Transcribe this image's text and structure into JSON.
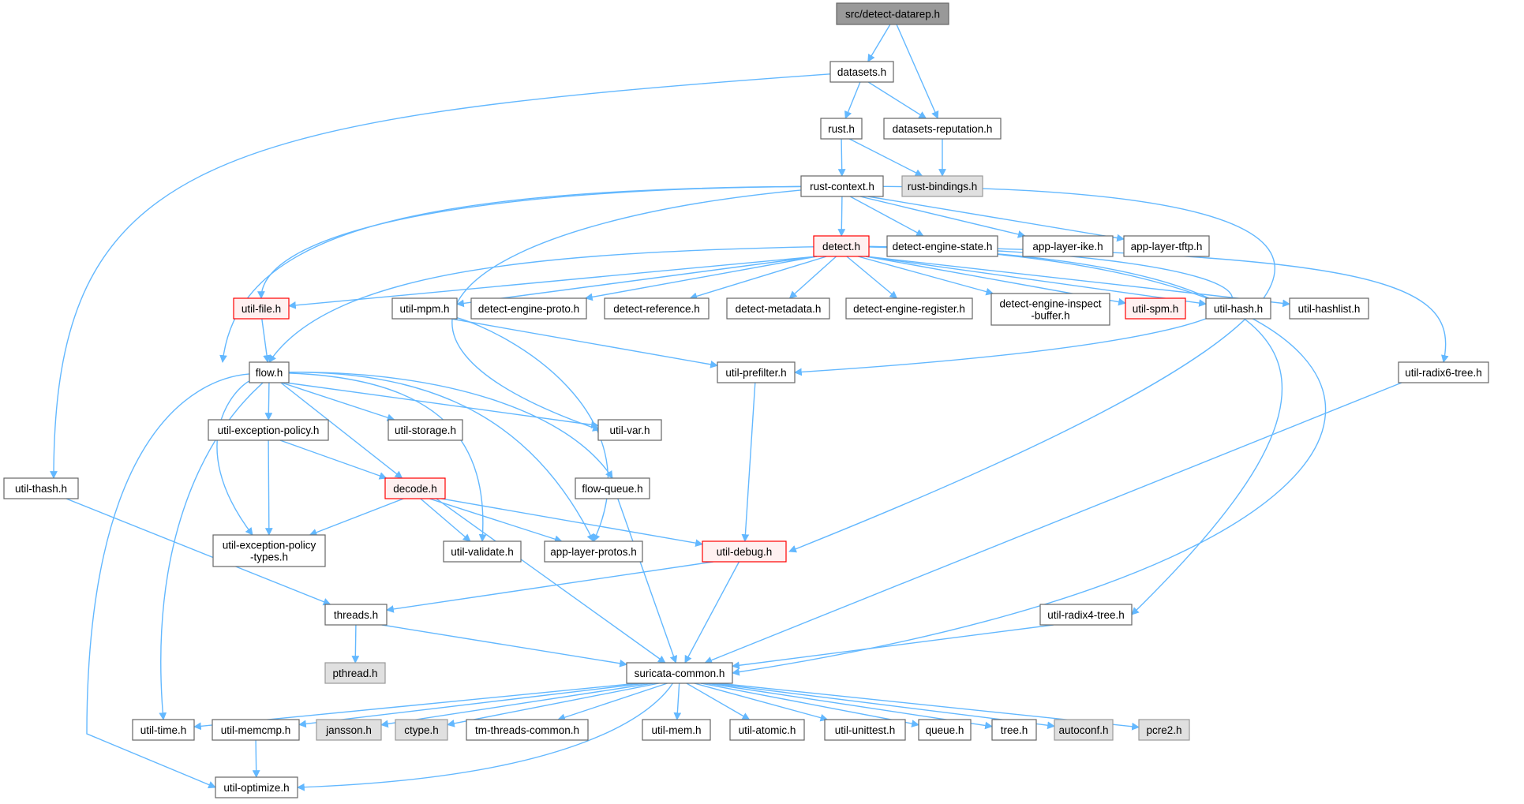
{
  "colors": {
    "edge": "#63b8ff",
    "root_fill": "#999999",
    "default_fill": "#ffffff",
    "default_stroke": "#666666",
    "external_fill": "#e0e0e0",
    "external_stroke": "#999999",
    "truncated_fill": "#fff0f0",
    "truncated_stroke": "#ff0000"
  },
  "nodes": [
    {
      "id": "root",
      "label": "src/detect-datarep.h",
      "kind": "root"
    },
    {
      "id": "datasets",
      "label": "datasets.h",
      "kind": "default"
    },
    {
      "id": "rust",
      "label": "rust.h",
      "kind": "default"
    },
    {
      "id": "dsrep",
      "label": "datasets-reputation.h",
      "kind": "default"
    },
    {
      "id": "rustbind",
      "label": "rust-bindings.h",
      "kind": "external"
    },
    {
      "id": "rustctx",
      "label": "rust-context.h",
      "kind": "default"
    },
    {
      "id": "detect",
      "label": "detect.h",
      "kind": "truncated"
    },
    {
      "id": "des",
      "label": "detect-engine-state.h",
      "kind": "default"
    },
    {
      "id": "ike",
      "label": "app-layer-ike.h",
      "kind": "default"
    },
    {
      "id": "tftp",
      "label": "app-layer-tftp.h",
      "kind": "default"
    },
    {
      "id": "utilfile",
      "label": "util-file.h",
      "kind": "truncated"
    },
    {
      "id": "mpm",
      "label": "util-mpm.h",
      "kind": "default"
    },
    {
      "id": "dep",
      "label": "detect-engine-proto.h",
      "kind": "default"
    },
    {
      "id": "dref",
      "label": "detect-reference.h",
      "kind": "default"
    },
    {
      "id": "dmeta",
      "label": "detect-metadata.h",
      "kind": "default"
    },
    {
      "id": "dreg",
      "label": "detect-engine-register.h",
      "kind": "default"
    },
    {
      "id": "dib",
      "label": [
        "detect-engine-inspect",
        "-buffer.h"
      ],
      "kind": "default"
    },
    {
      "id": "spm",
      "label": "util-spm.h",
      "kind": "truncated"
    },
    {
      "id": "uhash",
      "label": "util-hash.h",
      "kind": "default"
    },
    {
      "id": "uhashlist",
      "label": "util-hashlist.h",
      "kind": "default"
    },
    {
      "id": "flow",
      "label": "flow.h",
      "kind": "default"
    },
    {
      "id": "prefilter",
      "label": "util-prefilter.h",
      "kind": "default"
    },
    {
      "id": "radix6",
      "label": "util-radix6-tree.h",
      "kind": "default"
    },
    {
      "id": "excpol",
      "label": "util-exception-policy.h",
      "kind": "default"
    },
    {
      "id": "storage",
      "label": "util-storage.h",
      "kind": "default"
    },
    {
      "id": "var",
      "label": "util-var.h",
      "kind": "default"
    },
    {
      "id": "thash",
      "label": "util-thash.h",
      "kind": "default"
    },
    {
      "id": "decode",
      "label": "decode.h",
      "kind": "truncated"
    },
    {
      "id": "flowq",
      "label": "flow-queue.h",
      "kind": "default"
    },
    {
      "id": "excpoltypes",
      "label": [
        "util-exception-policy",
        "-types.h"
      ],
      "kind": "default"
    },
    {
      "id": "validate",
      "label": "util-validate.h",
      "kind": "default"
    },
    {
      "id": "alprotos",
      "label": "app-layer-protos.h",
      "kind": "default"
    },
    {
      "id": "debug",
      "label": "util-debug.h",
      "kind": "truncated"
    },
    {
      "id": "threads",
      "label": "threads.h",
      "kind": "default"
    },
    {
      "id": "radix4",
      "label": "util-radix4-tree.h",
      "kind": "default"
    },
    {
      "id": "pthread",
      "label": "pthread.h",
      "kind": "external"
    },
    {
      "id": "common",
      "label": "suricata-common.h",
      "kind": "default"
    },
    {
      "id": "time",
      "label": "util-time.h",
      "kind": "default"
    },
    {
      "id": "memcmp",
      "label": "util-memcmp.h",
      "kind": "default"
    },
    {
      "id": "jansson",
      "label": "jansson.h",
      "kind": "external"
    },
    {
      "id": "ctype",
      "label": "ctype.h",
      "kind": "external"
    },
    {
      "id": "tmthreads",
      "label": "tm-threads-common.h",
      "kind": "default"
    },
    {
      "id": "mem",
      "label": "util-mem.h",
      "kind": "default"
    },
    {
      "id": "atomic",
      "label": "util-atomic.h",
      "kind": "default"
    },
    {
      "id": "unittest",
      "label": "util-unittest.h",
      "kind": "default"
    },
    {
      "id": "queue",
      "label": "queue.h",
      "kind": "default"
    },
    {
      "id": "tree",
      "label": "tree.h",
      "kind": "default"
    },
    {
      "id": "autoconf",
      "label": "autoconf.h",
      "kind": "external"
    },
    {
      "id": "pcre2",
      "label": "pcre2.h",
      "kind": "external"
    },
    {
      "id": "optimize",
      "label": "util-optimize.h",
      "kind": "default"
    }
  ],
  "edges": [
    [
      "root",
      "datasets"
    ],
    [
      "root",
      "dsrep"
    ],
    [
      "datasets",
      "rust"
    ],
    [
      "datasets",
      "dsrep"
    ],
    [
      "datasets",
      "thash"
    ],
    [
      "rust",
      "rustctx"
    ],
    [
      "rust",
      "rustbind"
    ],
    [
      "dsrep",
      "rustbind"
    ],
    [
      "rustctx",
      "detect"
    ],
    [
      "rustctx",
      "des"
    ],
    [
      "rustctx",
      "ike"
    ],
    [
      "rustctx",
      "tftp"
    ],
    [
      "rustctx",
      "utilfile"
    ],
    [
      "rustctx",
      "flow"
    ],
    [
      "rustctx",
      "var"
    ],
    [
      "rustctx",
      "debug"
    ],
    [
      "detect",
      "utilfile"
    ],
    [
      "detect",
      "mpm"
    ],
    [
      "detect",
      "dep"
    ],
    [
      "detect",
      "dref"
    ],
    [
      "detect",
      "dmeta"
    ],
    [
      "detect",
      "dreg"
    ],
    [
      "detect",
      "dib"
    ],
    [
      "detect",
      "spm"
    ],
    [
      "detect",
      "uhash"
    ],
    [
      "detect",
      "uhashlist"
    ],
    [
      "detect",
      "flow"
    ],
    [
      "detect",
      "prefilter"
    ],
    [
      "detect",
      "radix6"
    ],
    [
      "detect",
      "radix4"
    ],
    [
      "detect",
      "common"
    ],
    [
      "utilfile",
      "flow"
    ],
    [
      "mpm",
      "prefilter"
    ],
    [
      "mpm",
      "alprotos"
    ],
    [
      "prefilter",
      "debug"
    ],
    [
      "radix6",
      "common"
    ],
    [
      "flow",
      "excpol"
    ],
    [
      "flow",
      "storage"
    ],
    [
      "flow",
      "var"
    ],
    [
      "flow",
      "decode"
    ],
    [
      "flow",
      "flowq"
    ],
    [
      "flow",
      "excpoltypes"
    ],
    [
      "flow",
      "validate"
    ],
    [
      "flow",
      "alprotos"
    ],
    [
      "flow",
      "time"
    ],
    [
      "flow",
      "optimize"
    ],
    [
      "excpol",
      "excpoltypes"
    ],
    [
      "excpol",
      "decode"
    ],
    [
      "decode",
      "excpoltypes"
    ],
    [
      "decode",
      "validate"
    ],
    [
      "decode",
      "alprotos"
    ],
    [
      "decode",
      "debug"
    ],
    [
      "decode",
      "common"
    ],
    [
      "flowq",
      "common"
    ],
    [
      "thash",
      "threads"
    ],
    [
      "debug",
      "threads"
    ],
    [
      "debug",
      "common"
    ],
    [
      "threads",
      "pthread"
    ],
    [
      "threads",
      "common"
    ],
    [
      "radix4",
      "common"
    ],
    [
      "common",
      "time"
    ],
    [
      "common",
      "memcmp"
    ],
    [
      "common",
      "jansson"
    ],
    [
      "common",
      "ctype"
    ],
    [
      "common",
      "tmthreads"
    ],
    [
      "common",
      "mem"
    ],
    [
      "common",
      "atomic"
    ],
    [
      "common",
      "unittest"
    ],
    [
      "common",
      "queue"
    ],
    [
      "common",
      "tree"
    ],
    [
      "common",
      "autoconf"
    ],
    [
      "common",
      "pcre2"
    ],
    [
      "common",
      "optimize"
    ],
    [
      "memcmp",
      "optimize"
    ]
  ]
}
